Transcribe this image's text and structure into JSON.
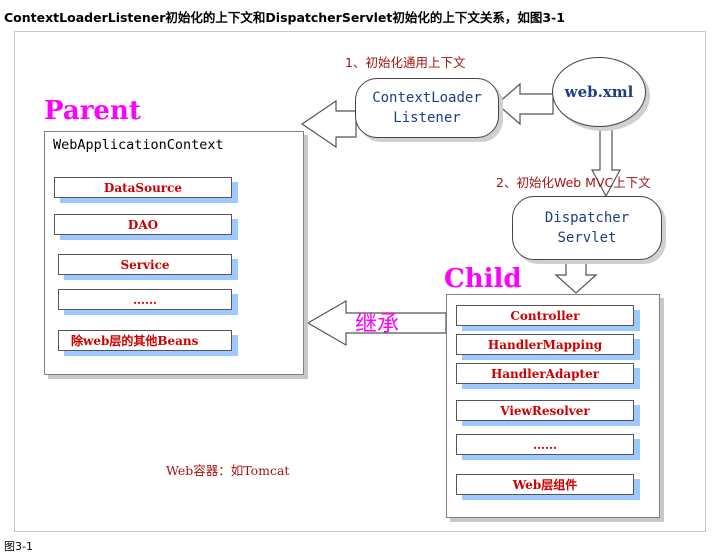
{
  "heading": "ContextLoaderListener初始化的上下文和DispatcherServlet初始化的上下文关系，如图3-1",
  "caption": "图3-1",
  "parent": {
    "title": "Parent",
    "context_label": "WebApplicationContext",
    "beans": [
      "DataSource",
      "DAO",
      "Service",
      "……",
      "除web层的其他Beans"
    ]
  },
  "child": {
    "title": "Child",
    "beans": [
      "Controller",
      "HandlerMapping",
      "HandlerAdapter",
      "ViewResolver",
      "……",
      "Web层组件"
    ]
  },
  "context_loader": {
    "line1": "ContextLoader",
    "line2": "Listener"
  },
  "dispatcher": {
    "line1": "Dispatcher",
    "line2": "Servlet"
  },
  "web_xml": "web.xml",
  "step1": "1、初始化通用上下文",
  "step2": "2、初始化Web MVC上下文",
  "inherit": "继承",
  "web_container": "Web容器：如Tomcat",
  "colors": {
    "title": "#ff00ff",
    "bean_text": "#cc0000",
    "bean_shadow": "#9ec9ff",
    "cloud_text": "#1f3c88",
    "note": "#a31515"
  }
}
